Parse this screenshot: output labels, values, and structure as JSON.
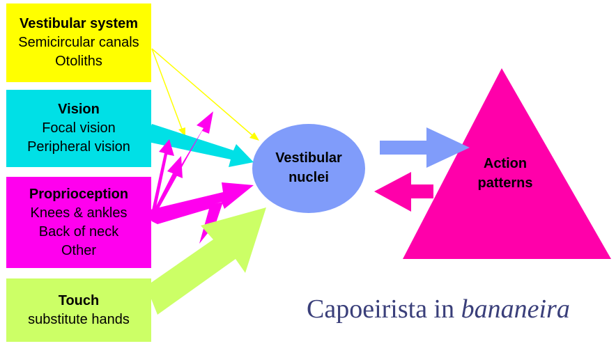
{
  "colors": {
    "vestibular": "#ffff00",
    "vision": "#00e0e6",
    "proprioception": "#ff00ee",
    "touch": "#ccff66",
    "nuclei": "#809cfa",
    "action": "#ff00aa"
  },
  "boxes": {
    "vestibular": {
      "title": "Vestibular system",
      "lines": [
        "Semicircular canals",
        "Otoliths"
      ]
    },
    "vision": {
      "title": "Vision",
      "lines": [
        "Focal vision",
        "Peripheral vision"
      ]
    },
    "proprioception": {
      "title": "Proprioception",
      "lines": [
        "Knees & ankles",
        "Back of neck",
        "Other"
      ]
    },
    "touch": {
      "title": "Touch",
      "lines": [
        "substitute hands"
      ]
    }
  },
  "nuclei": {
    "line1": "Vestibular",
    "line2": "nuclei"
  },
  "action": {
    "line1": "Action",
    "line2": "patterns"
  },
  "caption": {
    "plain": "Capoeirista in ",
    "italic": "bananeira"
  }
}
